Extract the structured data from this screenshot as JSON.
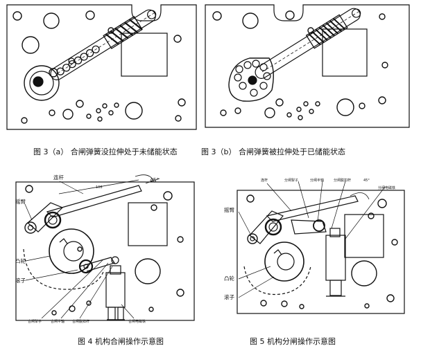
{
  "captions": {
    "fig3a": "图 3（a）  合闸弹簧没拉伸处于未储能状态",
    "fig3b": "图 3（b）  合闸弹簧被拉伸处于已储能状态",
    "fig4": "图 4   机构合闸操作示意图",
    "fig5": "图 5   机构分闸操作示意图"
  },
  "fig4": {
    "link_label": "连杆",
    "rocker_label": "摇臂",
    "cam_label": "凸轮",
    "roller_label": "滚子",
    "dimension": "106",
    "angle": "45°",
    "pawl_label": "合闸掣子",
    "half_shaft_label": "合闸半轴",
    "trip_latch_label": "合闸脱扣杆",
    "solenoid_label": "合闸电磁铁"
  },
  "fig5": {
    "link_label": "连杆",
    "pawl_label": "分闸掣子",
    "half_shaft_label": "分闸半轴",
    "trip_latch_label": "分闸脱扣杆",
    "angle": "45°",
    "solenoid_label": "分闸电磁铁",
    "rocker_label": "摇臂",
    "cam_label": "凸轮",
    "roller_label": "滚子"
  }
}
